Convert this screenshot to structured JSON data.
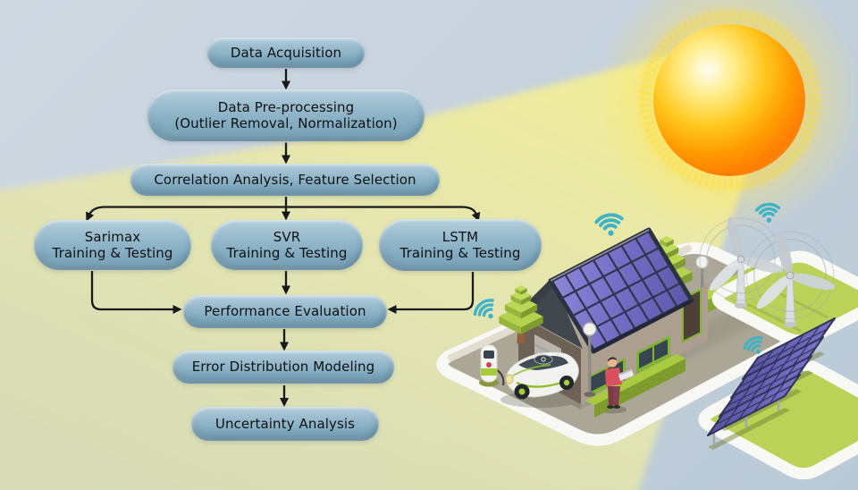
{
  "flowchart": {
    "nodes": [
      {
        "label": "Data Acquisition"
      },
      {
        "label": "Data Pre-processing",
        "label2": "(Outlier Removal, Normalization)"
      },
      {
        "label": "Correlation Analysis, Feature Selection"
      },
      {
        "label": "Sarimax",
        "label2": "Training & Testing"
      },
      {
        "label": "SVR",
        "label2": "Training & Testing"
      },
      {
        "label": "LSTM",
        "label2": "Training & Testing"
      },
      {
        "label": "Performance Evaluation"
      },
      {
        "label": "Error Distribution Modeling"
      },
      {
        "label": "Uncertainty Analysis"
      }
    ]
  },
  "palette": {
    "background_blue": "#cdd7e1",
    "sunbeam_yellow": "#ece9a8",
    "node_fill_top": "#b4cedc",
    "node_fill_bottom": "#7fa9be",
    "node_text": "#0d1114",
    "arrow": "#17191d",
    "sun_core_orange": "#ff8c00",
    "sun_edge_yellow": "#ffd928",
    "wifi_teal": "#3fb2c5",
    "grass_green": "#b9d257",
    "lot_tan": "#aba695",
    "solar_panel_purple": "#756dc4",
    "accent_lime": "#a9cc3c"
  },
  "illustration": {
    "elements": [
      "sun-icon",
      "sunbeam",
      "smart-home-lot",
      "solar-roof-house",
      "electric-car",
      "ev-charging-station",
      "person-with-laptop",
      "trees",
      "street-lamps",
      "wind-turbines",
      "solar-panel-farm",
      "wifi-signal-icons"
    ]
  }
}
